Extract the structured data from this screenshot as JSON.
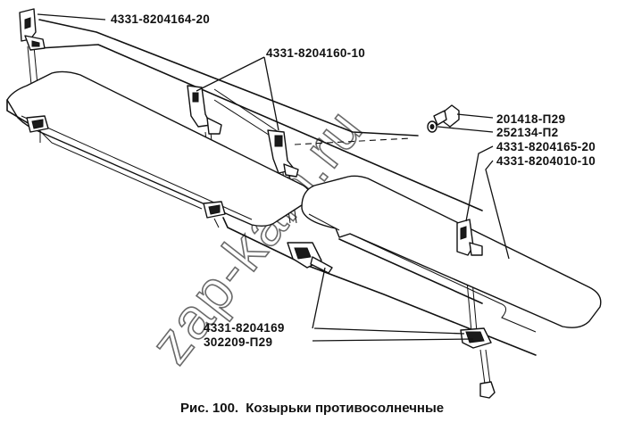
{
  "diagram": {
    "watermark": "zap-kam.ru",
    "labels": {
      "part_top_bracket": "4331-8204164-20",
      "part_mid_brackets": "4331-8204160-10",
      "part_bolt": "201418-П29",
      "part_washer": "252134-П2",
      "part_right_bracket": "4331-8204165-20",
      "part_right_visor": "4331-8204010-10",
      "part_clip": "4331-8204169",
      "part_screw": "302209-П29"
    },
    "caption": {
      "number": "Рис. 100.",
      "title": "Козырьки противосолнечные"
    }
  }
}
